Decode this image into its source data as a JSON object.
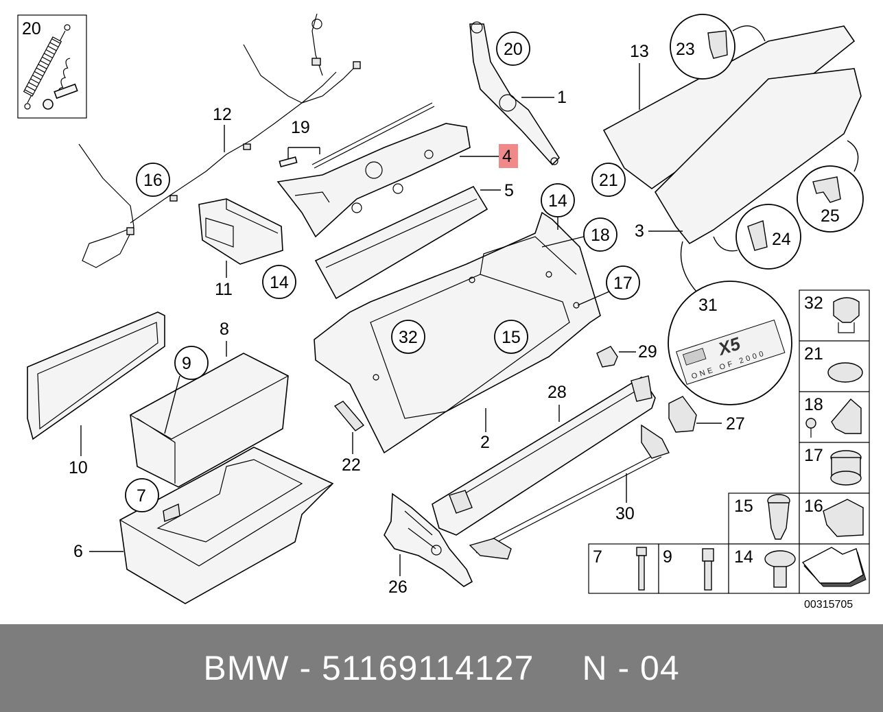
{
  "footer": {
    "brand": "BMW",
    "separator": "-",
    "part_number": "51169114127",
    "page": "N - 04"
  },
  "diagram_code": "00315705",
  "callouts": {
    "c1": "1",
    "c2": "2",
    "c3": "3",
    "c4": "4",
    "c5": "5",
    "c6": "6",
    "c7": "7",
    "c8": "8",
    "c9": "9",
    "c10": "10",
    "c11": "11",
    "c12": "12",
    "c13": "13",
    "c14a": "14",
    "c14b": "14",
    "c15": "15",
    "c16": "16",
    "c17": "17",
    "c18": "18",
    "c19": "19",
    "c20a": "20",
    "c20b": "20",
    "c21": "21",
    "c22": "22",
    "c23": "23",
    "c24": "24",
    "c25": "25",
    "c26": "26",
    "c27": "27",
    "c28": "28",
    "c29": "29",
    "c30": "30",
    "c31": "31",
    "c32": "32"
  },
  "legend": {
    "l32": "32",
    "l21": "21",
    "l18": "18",
    "l17": "17",
    "l15": "15",
    "l16": "16",
    "l7": "7",
    "l9": "9",
    "l14": "14"
  },
  "badge": {
    "model": "X5",
    "edition": "ONE OF 2000"
  },
  "colors": {
    "highlight": "#f08a8a",
    "footer_bg": "#7d7d7d"
  }
}
